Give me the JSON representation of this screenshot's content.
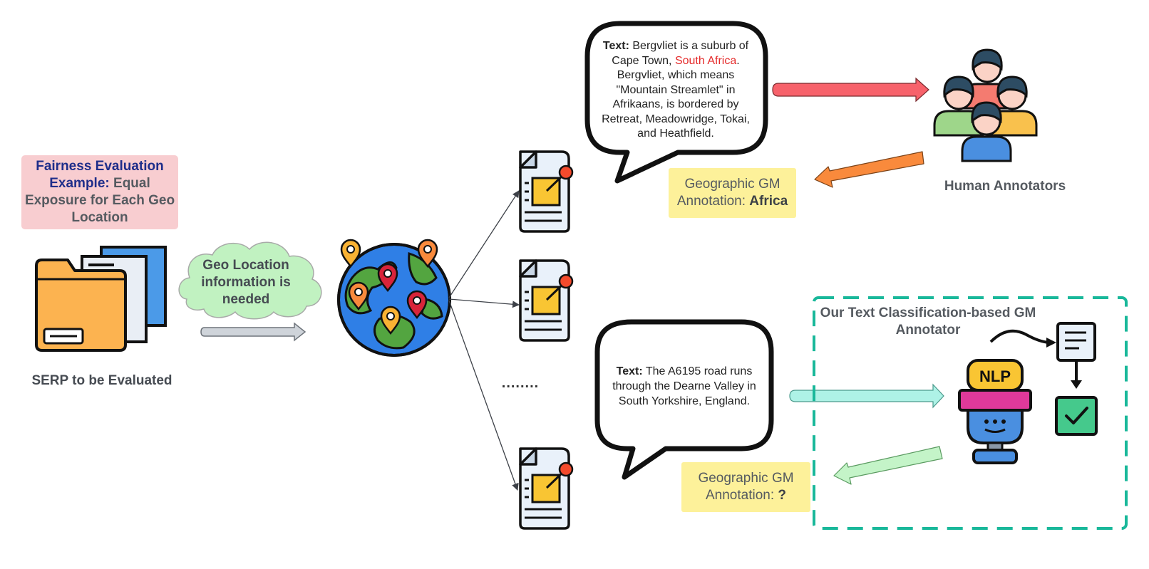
{
  "example": {
    "title": "Fairness Evaluation Example:",
    "rest": "Equal Exposure for Each Geo Location"
  },
  "serp_label": "SERP to be Evaluated",
  "cloud_text": "Geo Location information is needed",
  "bubble1": {
    "prefix": "Text:",
    "text_a": "Bergvliet is a suburb of Cape Town,",
    "highlight": "South Africa",
    "text_b": ". Bergvliet, which means \"Mountain Streamlet\" in Afrikaans, is bordered by Retreat, Meadowridge, Tokai, and Heathfield."
  },
  "annotation1": {
    "line1": "Geographic GM",
    "label": "Annotation:",
    "value": "Africa"
  },
  "human_label": "Human Annotators",
  "dots": "........",
  "bubble2": {
    "prefix": "Text:",
    "text": "The A6195 road runs through the Dearne Valley in South Yorkshire, England."
  },
  "annotation2": {
    "line1": "Geographic GM",
    "label": "Annotation:",
    "value": "?"
  },
  "gm_label": "Our Text Classification-based GM Annotator",
  "nlp_text": "NLP",
  "colors": {
    "red_arrow": "#f7626b",
    "orange_arrow": "#f98a3c",
    "cyan_arrow": "#aef2e6",
    "green_arrow": "#c4f4c8",
    "teal_dash": "#19b89a",
    "annotation_bg": "#fdf19a",
    "example_bg": "#f8cdd0",
    "cloud": "#c1f2c1",
    "gray_arrow": "#cfd4da"
  },
  "icons": [
    "folder-icon",
    "globe-icon",
    "map-pin-icon",
    "document-icon",
    "people-icon",
    "nlp-robot-icon",
    "checkmark-icon"
  ]
}
